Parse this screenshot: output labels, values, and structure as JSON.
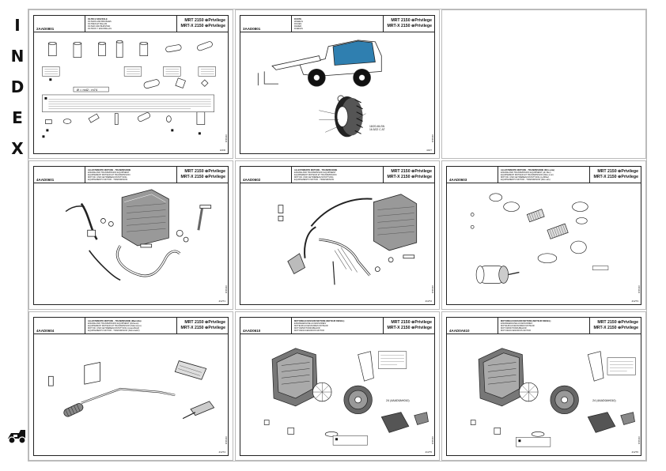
{
  "side_index": [
    "I",
    "N",
    "D",
    "E",
    "X"
  ],
  "pages": [
    {
      "code": "2AAD0801",
      "titles": [
        "FILTRI E SPAZZOLE",
        "FILTERS AND BRUSHES",
        "FILTRES ET BALAIS",
        "FILTER UND BURSTEN",
        "FILTROS Y ESCOBILLAS"
      ],
      "models": [
        "MRT 2150 ⊕Privilege",
        "MRT-X 2150 ⊕Privilege"
      ],
      "note": "Ø = m42 : m74",
      "page_no": "4/4/D",
      "side_code": "0401234"
    },
    {
      "code": "3AAD0801",
      "titles": [
        "RUOTE",
        "WHEELS",
        "ROUES",
        "RÄDER",
        "RUEDAS"
      ],
      "models": [
        "MRT 2150 ⊕Privilege",
        "MRT-X 2150 ⊕Privilege"
      ],
      "tyre": [
        "18/20-MLSN",
        "16.5/22 C AT"
      ],
      "page_no": "4/4/T",
      "side_code": "0401234"
    },
    {
      "code": "4AAD0601",
      "titles": [
        "ALLESTIMENTO MOTORE - TRASMISSIONE",
        "ENGINE AND TRANSMISSION EQUIPMENT",
        "EQUIPEMENT MOTEUR ET TRANSMISSION",
        "MOTOR- UND GETRIEBEAUSSTATTUNG",
        "EQUIPAMIENTO MOTOR - TRANSMISION"
      ],
      "models": [
        "MRT 2150 ⊕Privilege",
        "MRT-X 2150 ⊕Privilege"
      ],
      "page_no": "4/4/T1",
      "side_code": "0401234"
    },
    {
      "code": "4AAD0602",
      "titles": [
        "ALLESTIMENTO MOTORE - TRASMISSIONE",
        "ENGINE AND TRANSMISSION EQUIPMENT",
        "EQUIPEMENT MOTEUR ET TRANSMISSION",
        "MOTOR- UND GETRIEBEAUSSTATTUNG",
        "EQUIPAMIENTO MOTOR - TRANSMISION"
      ],
      "models": [
        "MRT 2150 ⊕Privilege",
        "MRT-X 2150 ⊕Privilege"
      ],
      "page_no": "4/4/T2",
      "side_code": "0401234"
    },
    {
      "code": "4AAD0603",
      "titles": [
        "ALLESTIMENTO MOTORE - TRASMISSIONE (filtro aria)",
        "ENGINE AND TRANSMISSION EQUIPMENT (air filter)",
        "EQUIPEMENT MOTEUR ET TRANSMISSION (filtre à air)",
        "MOTOR- UND GETRIEBEAUSSTATTUNG (Luftfilter)",
        "EQUIPAMIENTO MOTOR - TRANSMISION (filtro aire)"
      ],
      "models": [
        "MRT 2150 ⊕Privilege",
        "MRT-X 2150 ⊕Privilege"
      ],
      "page_no": "4/4/T3",
      "side_code": "0401234"
    },
    {
      "code": "4AAD0604",
      "titles": [
        "ALLESTIMENTO MOTORE - TRASMISSIONE (Marmitta)",
        "ENGINE AND TRANSMISSION EQUIPMENT (Exhaust)",
        "EQUIPEMENT MOTEUR ET TRANSMISSION (Silencieux)",
        "MOTOR- UND GETRIEBEAUSSTATTUNG (Auspufftopf)",
        "EQUIPAMIENTO MOTOR - TRANSMISION (Silenciador)"
      ],
      "models": [
        "MRT 2150 ⊕Privilege",
        "MRT-X 2150 ⊕Privilege"
      ],
      "page_no": "4/4/T4",
      "side_code": "0401234"
    },
    {
      "code": "4AAD0610",
      "titles": [
        "MOTORE/ACCESSORI MOTORE (MOTEUR DIESEL)",
        "ENGINE/ENGINE ACCESSORIES",
        "MOTEUR/ACCESSOIRES MOTEUR",
        "MOTOR/MOTORZUBEHÖR",
        "MOTOR/ACCESORIOS MOTOR"
      ],
      "models": [
        "MRT 2150 ⊕Privilege",
        "MRT-X 2150 ⊕Privilege"
      ],
      "ref": "24 (4AAD0AH010)",
      "page_no": "4/4/T5",
      "side_code": "0401234"
    },
    {
      "code": "4AAD0A610",
      "titles": [
        "MOTORE/ACCESSORI MOTORE (MOTEUR DIESEL)",
        "ENGINE/ENGINE ACCESSORIES",
        "MOTEUR/ACCESSOIRES MOTEUR",
        "MOTOR/MOTORZUBEHÖR",
        "MOTOR/ACCESORIOS MOTOR"
      ],
      "models": [
        "MRT 2150 ⊕Privilege",
        "MRT-X 2150 ⊕Privilege"
      ],
      "ref": "24 (4AAD0AH010)",
      "page_no": "4/4/T6",
      "side_code": "0401234"
    }
  ]
}
